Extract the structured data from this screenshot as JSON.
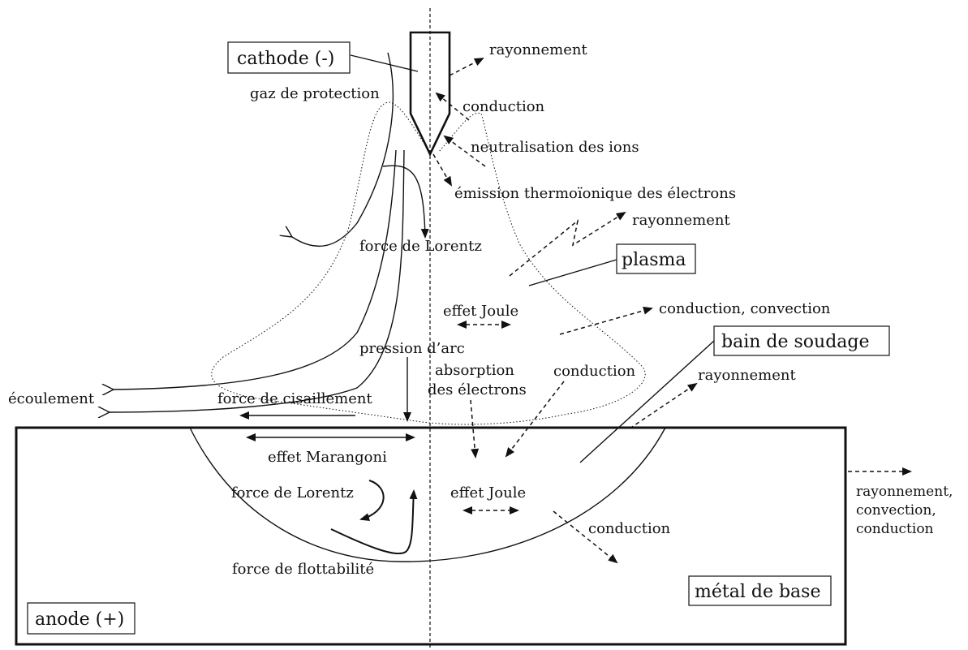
{
  "labels": {
    "cathode": "cathode (-)",
    "plasma": "plasma",
    "bain": "bain de soudage",
    "metal": "métal de base",
    "anode": "anode (+)",
    "gaz": "gaz de protection",
    "rayonnement_top": "rayonnement",
    "conduction_top": "conduction",
    "neutralisation": "neutralisation des ions",
    "emission": "émission thermoïonique des électrons",
    "rayonnement_mid": "rayonnement",
    "lorentz_top": "force de Lorentz",
    "joule_top": "effet Joule",
    "conduction_convection": "conduction, convection",
    "pression": "pression d’arc",
    "absorption_1": "absorption",
    "absorption_2": "des électrons",
    "conduction_mid": "conduction",
    "rayonnement_right": "rayonnement",
    "ecoulement": "écoulement",
    "cisaillement": "force de cisaillement",
    "marangoni": "effet Marangoni",
    "lorentz_bottom": "force de Lorentz",
    "joule_bottom": "effet Joule",
    "conduction_bottom": "conduction",
    "flottabilite": "force de flottabilité",
    "ext_1": "rayonnement,",
    "ext_2": "convection,",
    "ext_3": "conduction"
  }
}
